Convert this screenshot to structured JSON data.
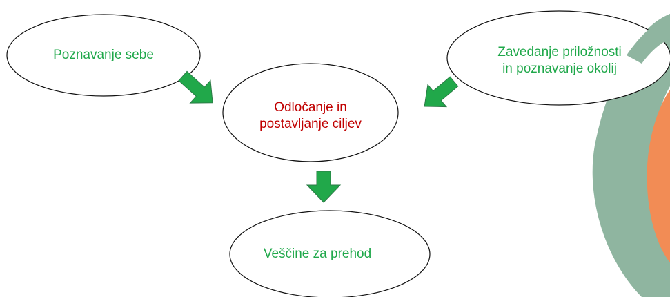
{
  "nodes": {
    "self_knowledge": {
      "text": "Poznavanje sebe",
      "color": "#1fa84a"
    },
    "decision": {
      "line1": "Odločanje in",
      "line2": "postavljanje ciljev",
      "color": "#c00000"
    },
    "opportunity": {
      "line1": "Zavedanje priložnosti",
      "line2": "in poznavanje okolij",
      "color": "#1fa84a"
    },
    "transition_skills": {
      "text": "Veščine za prehod",
      "color": "#1fa84a"
    }
  },
  "colors": {
    "arrow": "#21a84a",
    "arrow_outline": "#2d7a47",
    "logo_green": "#8fb5a0",
    "logo_orange": "#f28c55"
  }
}
